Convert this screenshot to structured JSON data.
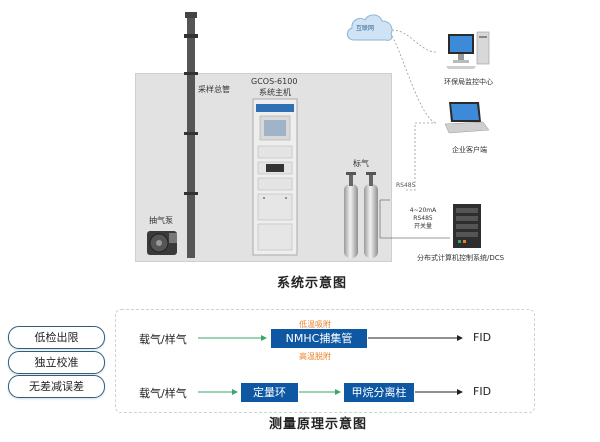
{
  "system": {
    "cloud_label": "互联网",
    "monitor_center_label": "环保局监控中心",
    "enterprise_label": "企业客户端",
    "sampling_pipe_label": "采样总管",
    "host_model": "GCOS-6100",
    "host_name": "系统主机",
    "pump_label": "抽气泵",
    "gas_label": "标气",
    "rs485_label": "RS485",
    "dcs_signals": [
      "4~20mA",
      "RS485",
      "开关量"
    ],
    "dcs_label": "分布式计算机控制系统/DCS",
    "caption": "系统示意图"
  },
  "features": [
    "低检出限",
    "独立校准",
    "无差减误差"
  ],
  "principle": {
    "row1_input": "载气/样气",
    "row1_box": "NMHC捕集管",
    "row1_top_note": "低温吸附",
    "row1_bottom_note": "高温脱附",
    "row1_output": "FID",
    "row2_input": "载气/样气",
    "row2_box1": "定量环",
    "row2_box2": "甲烷分离柱",
    "row2_output": "FID",
    "caption": "测量原理示意图"
  },
  "colors": {
    "accent_blue": "#0d57a3",
    "arrow_green": "#3aa66a",
    "note_orange": "#e8812a",
    "pill_border": "#2f5f7f"
  }
}
